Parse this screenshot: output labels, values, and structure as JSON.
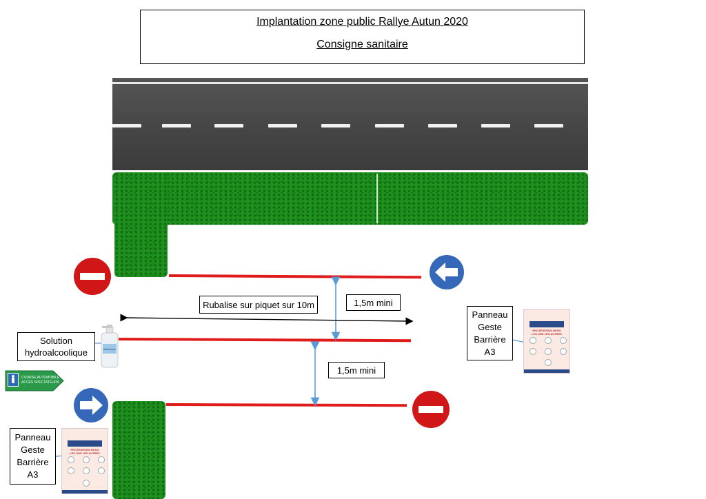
{
  "header": {
    "title": "Implantation zone public Rallye Autun 2020",
    "subtitle": "Consigne sanitaire"
  },
  "labels": {
    "rubalise": "Rubalise sur piquet sur 10m",
    "distance_top": "1,5m mini",
    "distance_bottom": "1,5m mini",
    "solution": "Solution hydroalcoolique"
  },
  "panel_right": {
    "lines": [
      "Panneau",
      "Geste",
      "Barrière",
      "A3"
    ]
  },
  "panel_left": {
    "lines": [
      "Panneau",
      "Geste",
      "Barrière",
      "A3"
    ]
  },
  "bottle_label": "Bactidose",
  "sign": {
    "line1": "COURSE AUTOMOBILE",
    "line2": "ACCÈS SPECTATEURS"
  },
  "poster": {
    "title_line1": "PROTÉGEONS-NOUS",
    "title_line2": "LES UNS LES AUTRES"
  },
  "colors": {
    "hedge_green": "#1f8f1f",
    "barrier_red": "#e01b1b",
    "no_entry_red": "#d01616",
    "arrow_blue": "#3568b8",
    "dimension_blue": "#5b9bd5",
    "road_gray": "#4a4a4a"
  },
  "icons": {
    "no_entry": "no-entry-sign-icon",
    "arrow_left": "left-arrow-sign-icon",
    "arrow_right": "right-arrow-sign-icon",
    "bottle": "sanitizer-bottle-icon",
    "spectator_sign": "spectator-access-sign-icon"
  }
}
